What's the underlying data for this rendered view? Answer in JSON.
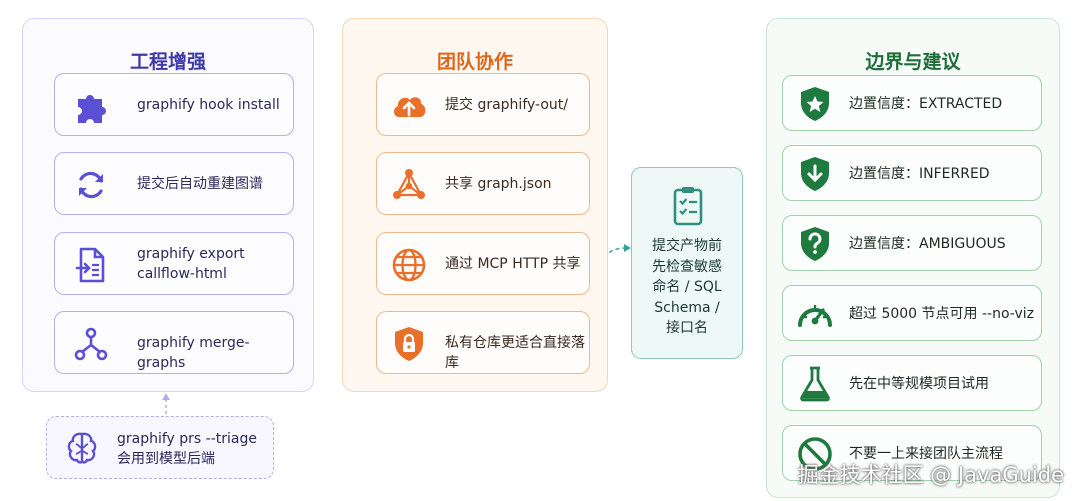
{
  "left_panel": {
    "title": "工程增强",
    "cards": [
      {
        "icon": "puzzle-icon",
        "label": "graphify hook install"
      },
      {
        "icon": "refresh-icon",
        "label": "提交后自动重建图谱"
      },
      {
        "icon": "export-file-icon",
        "label": "graphify export\ncallflow-html"
      },
      {
        "icon": "merge-icon",
        "label": "graphify merge-graphs"
      }
    ]
  },
  "middle_panel": {
    "title": "团队协作",
    "cards": [
      {
        "icon": "cloud-upload-icon",
        "label": "提交 graphify-out/"
      },
      {
        "icon": "share-graph-icon",
        "label": "共享 graph.json"
      },
      {
        "icon": "globe-icon",
        "label": "通过 MCP HTTP 共享"
      },
      {
        "icon": "lock-shield-icon",
        "label": "私有仓库更适合直接落库"
      }
    ]
  },
  "check_box": {
    "icon": "clipboard-check-icon",
    "label": "提交产物前\n先检查敏感\n命名 / SQL\nSchema /\n接口名"
  },
  "right_panel": {
    "title": "边界与建议",
    "cards": [
      {
        "icon": "shield-star-icon",
        "label": "边置信度：EXTRACTED"
      },
      {
        "icon": "shield-arrow-icon",
        "label": "边置信度：INFERRED"
      },
      {
        "icon": "shield-question-icon",
        "label": "边置信度：AMBIGUOUS"
      },
      {
        "icon": "gauge-icon",
        "label": "超过 5000 节点可用 --no-viz"
      },
      {
        "icon": "flask-icon",
        "label": "先在中等规模项目试用"
      },
      {
        "icon": "no-entry-icon",
        "label": "不要一上来接团队主流程"
      }
    ]
  },
  "triage_box": {
    "icon": "brain-icon",
    "label": "graphify prs --triage\n会用到模型后端"
  },
  "watermark": "掘金技术社区 @ JavaGuide",
  "colors": {
    "purple": "#5b4fd6",
    "orange": "#e8702a",
    "green": "#1f7a3f",
    "teal": "#2f8f7e"
  }
}
